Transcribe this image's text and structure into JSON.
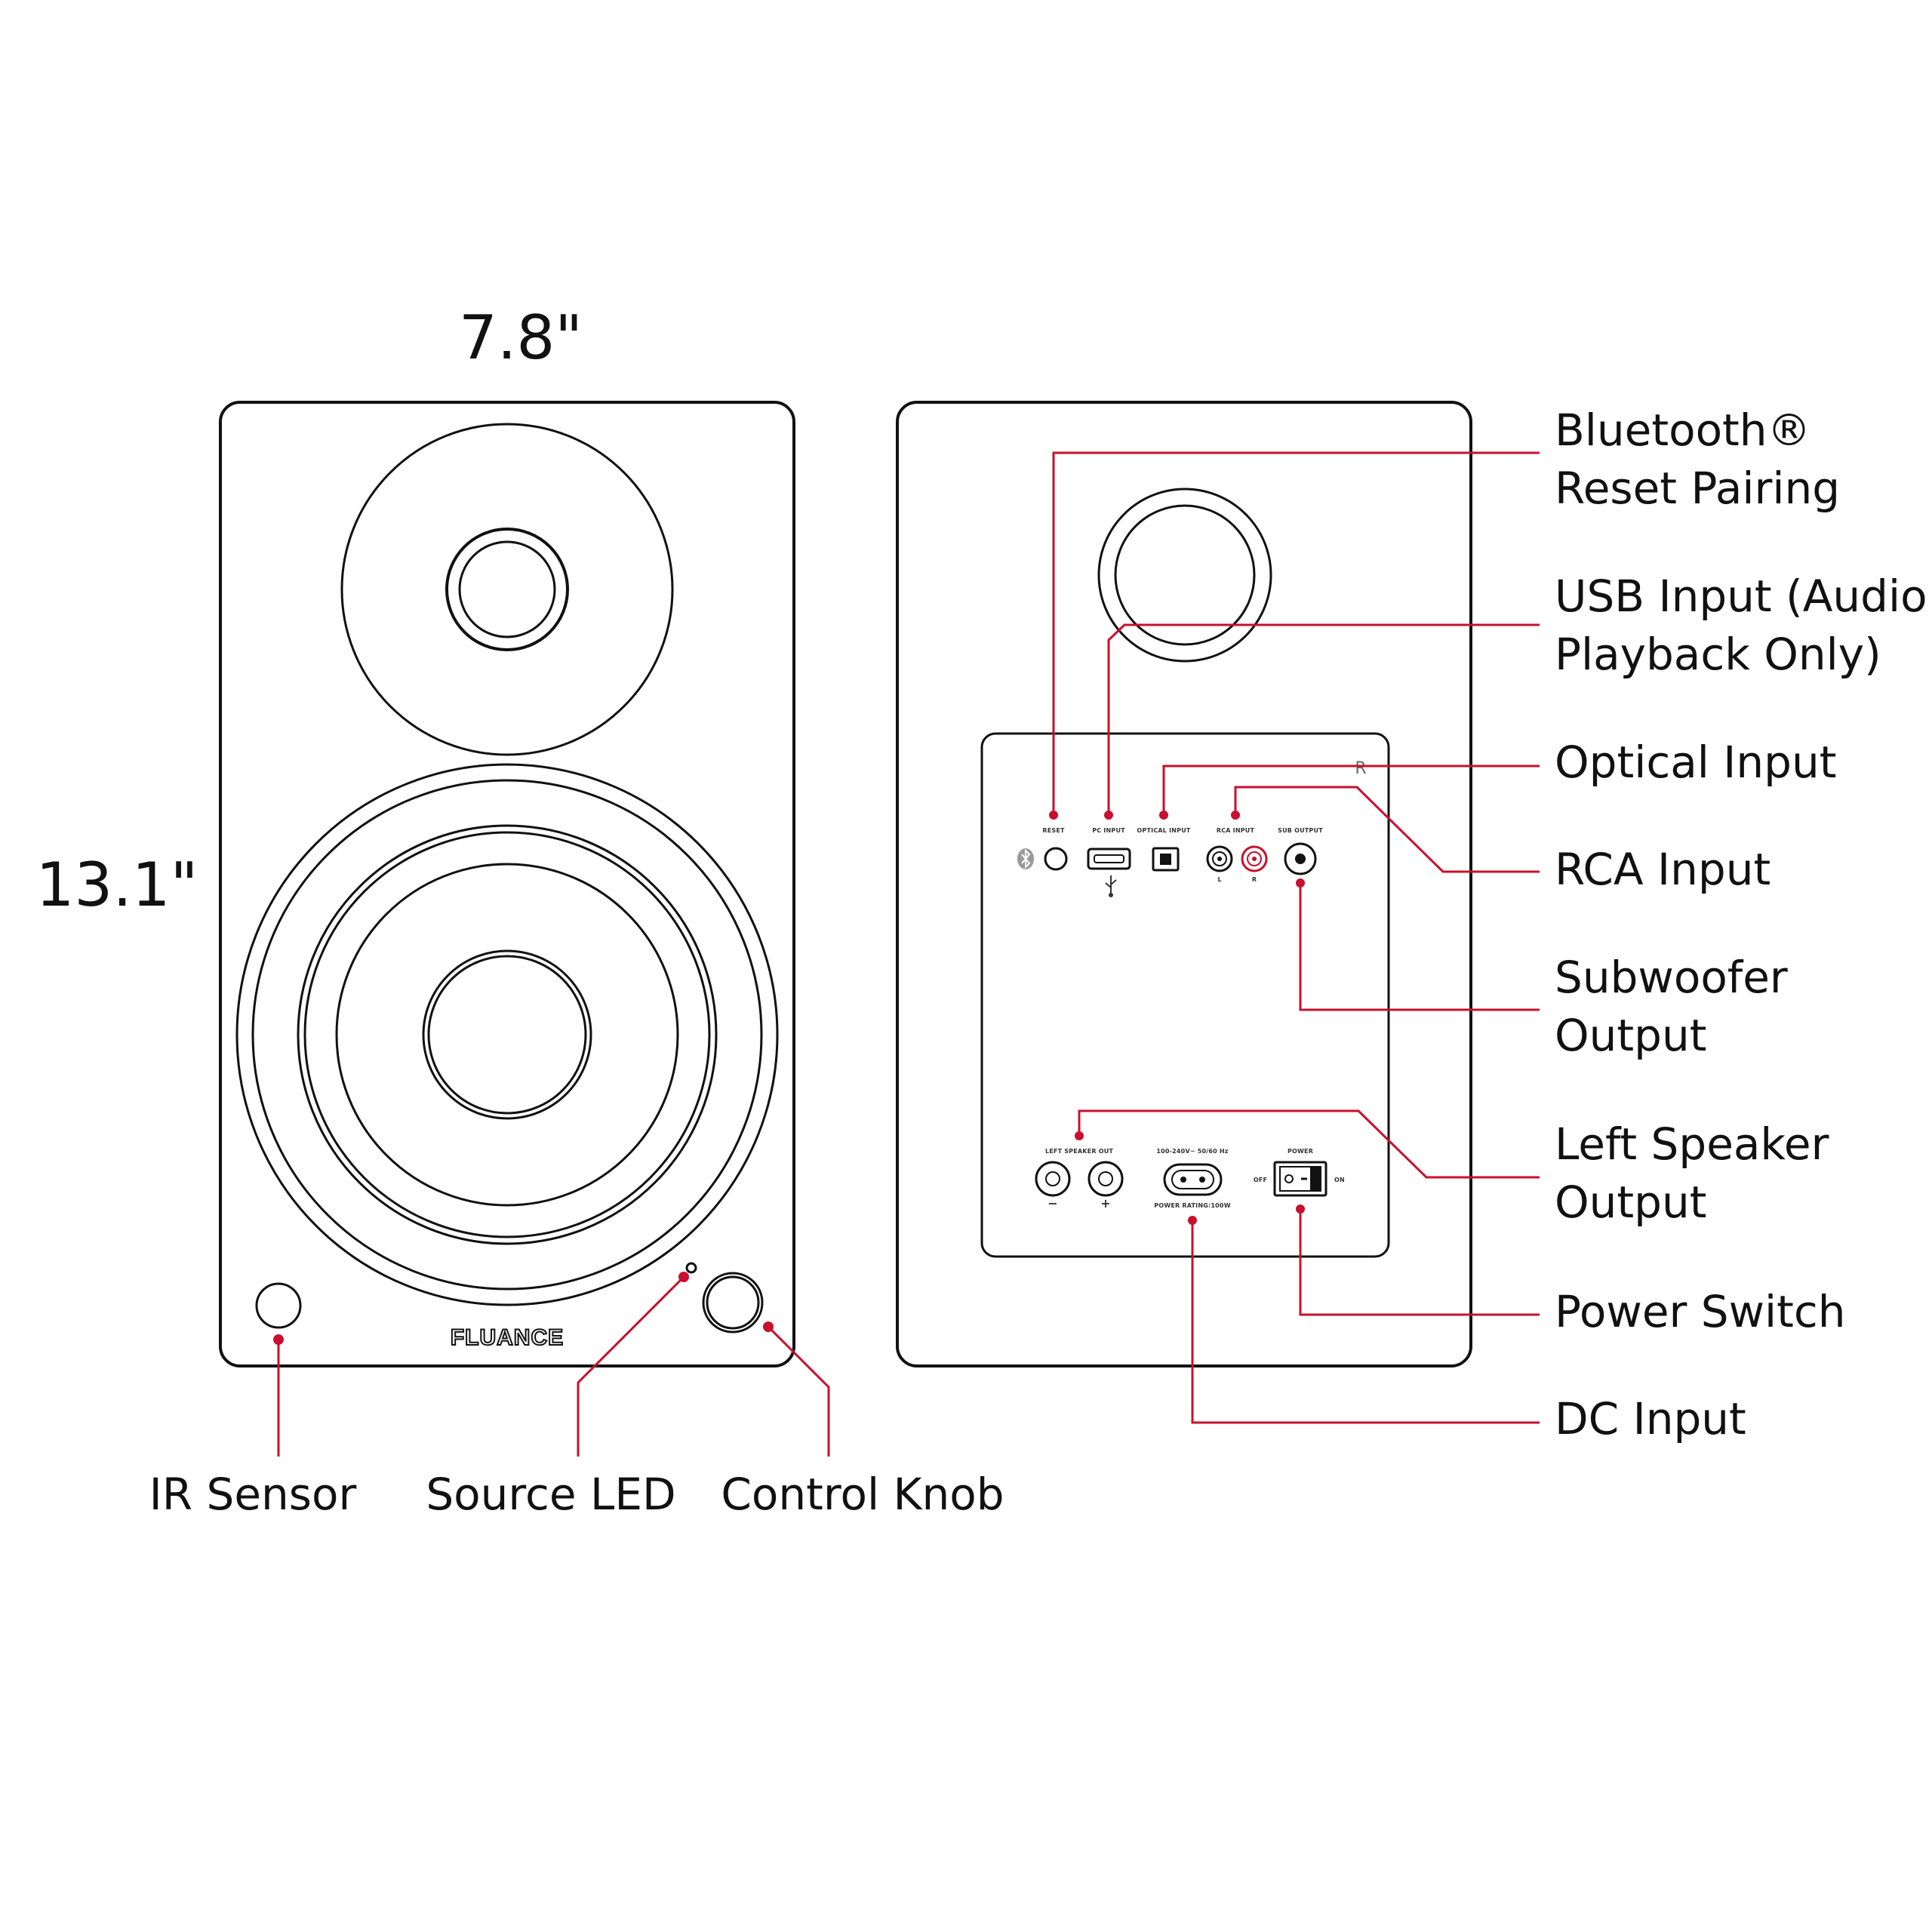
{
  "dimensions": {
    "width": "7.8\"",
    "height": "13.1\""
  },
  "brand": "FLUANCE",
  "front_callouts": {
    "ir_sensor": "IR Sensor",
    "source_led": "Source LED",
    "control_knob": "Control Knob"
  },
  "rear_callouts": {
    "bluetooth_line1": "Bluetooth®",
    "bluetooth_line2": "Reset Pairing",
    "usb_line1": "USB Input (Audio",
    "usb_line2": "Playback Only)",
    "optical": "Optical Input",
    "rca": "RCA Input",
    "subwoofer_line1": "Subwoofer",
    "subwoofer_line2": "Output",
    "left_speaker_line1": "Left Speaker",
    "left_speaker_line2": "Output",
    "power_switch": "Power Switch",
    "dc_input": "DC Input"
  },
  "panel_labels": {
    "reset": "RESET",
    "pc_input": "PC INPUT",
    "optical_input": "OPTICAL INPUT",
    "rca_input": "RCA INPUT",
    "sub_output": "SUB OUTPUT",
    "left_speaker_out": "LEFT SPEAKER OUT",
    "voltage": "100-240V~ 50/60 Hz",
    "power_rating": "POWER RATING:100W",
    "power": "POWER",
    "off": "OFF",
    "on": "ON",
    "l": "L",
    "r": "R",
    "minus": "−",
    "plus": "+",
    "side": "R"
  },
  "colors": {
    "accent": "#c8102e",
    "outline": "#111111",
    "background": "#ffffff"
  }
}
